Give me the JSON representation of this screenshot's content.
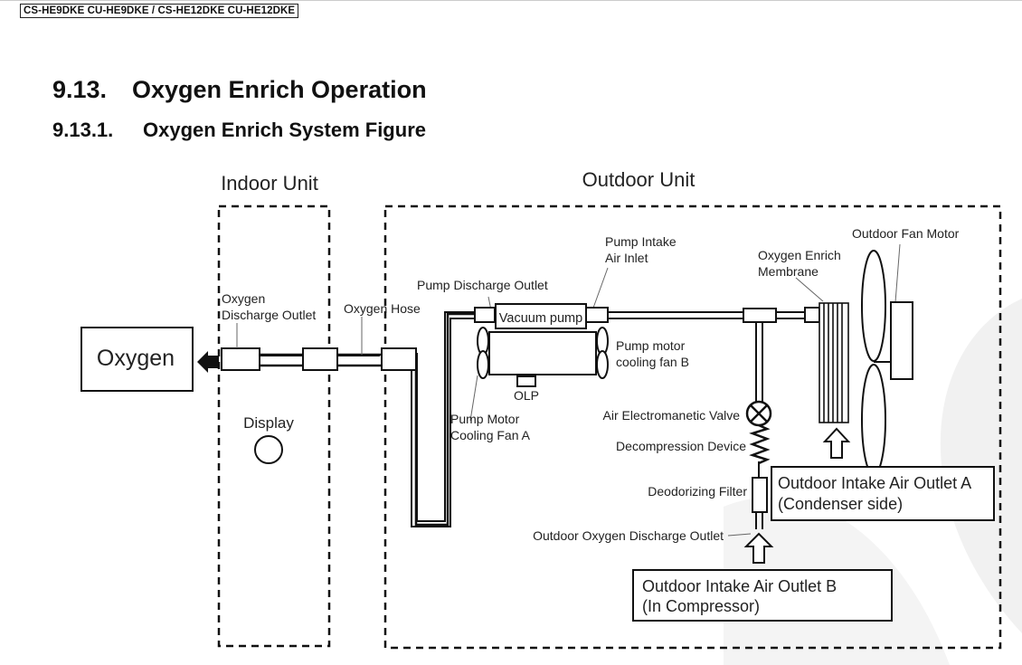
{
  "header": {
    "model_label": "CS-HE9DKE CU-HE9DKE / CS-HE12DKE CU-HE12DKE",
    "section_number": "9.13.",
    "section_title": "Oxygen Enrich Operation",
    "subsection_number": "9.13.1.",
    "subsection_title": "Oxygen Enrich System Figure"
  },
  "diagram": {
    "regions": {
      "indoor_unit": "Indoor Unit",
      "outdoor_unit": "Outdoor Unit"
    },
    "labels": {
      "oxygen_box": "Oxygen",
      "oxygen_discharge_outlet_1": "Oxygen",
      "oxygen_discharge_outlet_2": "Discharge Outlet",
      "oxygen_hose": "Oxygen Hose",
      "display": "Display",
      "pump_discharge_outlet": "Pump Discharge  Outlet",
      "pump_intake_1": "Pump Intake",
      "pump_intake_2": "Air Inlet",
      "vacuum_pump": "Vacuum pump",
      "fan_b_1": "Pump motor",
      "fan_b_2": "cooling fan B",
      "olp": "OLP",
      "fan_a_1": "Pump Motor",
      "fan_a_2": "Cooling Fan A",
      "membrane_1": "Oxygen Enrich",
      "membrane_2": "Membrane",
      "outdoor_fan_motor": "Outdoor Fan Motor",
      "air_valve": "Air Electromanetic Valve",
      "decompression": "Decompression Device",
      "deodorizing_filter": "Deodorizing Filter",
      "outdoor_oxygen_discharge": "Outdoor Oxygen Discharge Outlet",
      "outlet_a_1": "Outdoor Intake Air Outlet A",
      "outlet_a_2": "(Condenser side)",
      "outlet_b_1": "Outdoor Intake Air Outlet B",
      "outlet_b_2": "(In Compressor)"
    }
  }
}
